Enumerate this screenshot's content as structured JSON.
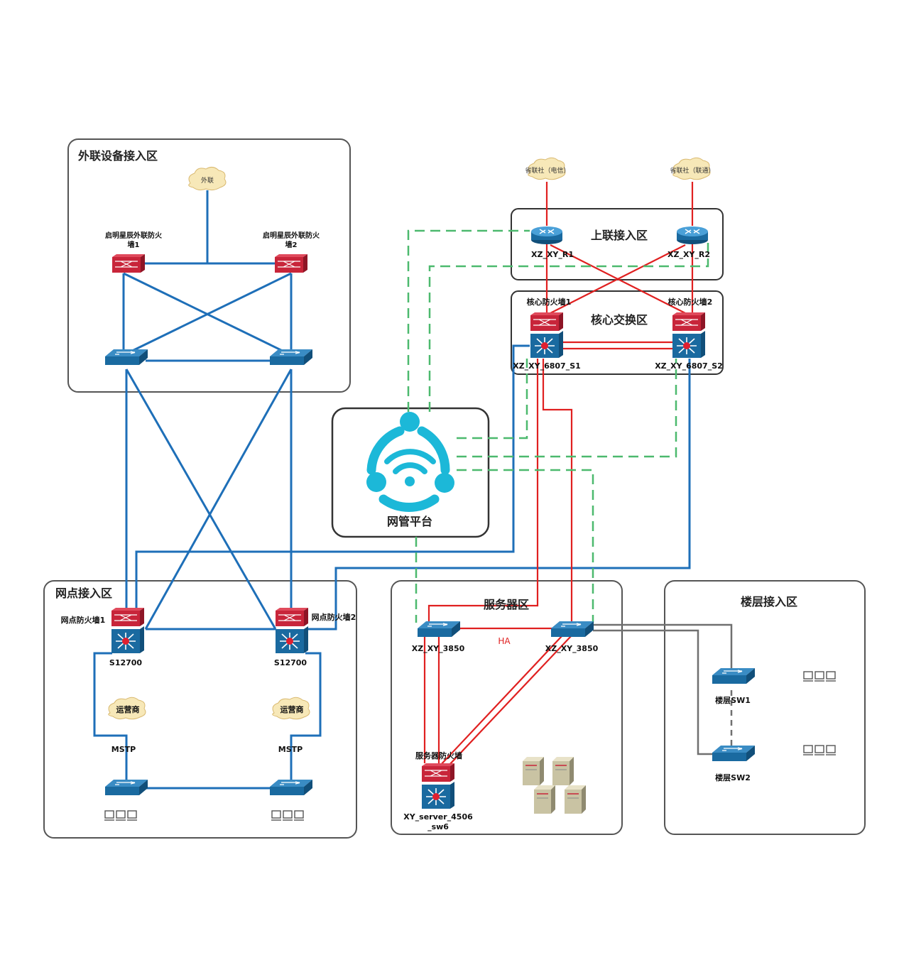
{
  "colors": {
    "blue_link": "#1e6fb8",
    "red_link": "#e02020",
    "mgmt_dash": "#4cb96e",
    "gray_link": "#707070",
    "device_blue": "#1a6aa0",
    "firewall_red": "#c8253a",
    "mgmt_cyan": "#1cb8d8"
  },
  "zones": {
    "external": "外联设备接入区",
    "uplink": "上联接入区",
    "core": "核心交换区",
    "mgmt": "网管平台",
    "branch": "网点接入区",
    "server": "服务器区",
    "floor": "楼层接入区"
  },
  "clouds": {
    "external": "外联",
    "telecom": "省联社（电信）",
    "unicom": "省联社（联通）",
    "isp1": "运营商",
    "isp2": "运营商"
  },
  "devices": {
    "fw_ext1_l1": "启明星辰外联防火",
    "fw_ext1_l2": "墙1",
    "fw_ext2_l1": "启明星辰外联防火",
    "fw_ext2_l2": "墙2",
    "r1": "XZ_XY_R1",
    "r2": "XZ_XY_R2",
    "core_fw1": "核心防火墙1",
    "core_fw2": "核心防火墙2",
    "core_s1": "XZ_XY_6807_S1",
    "core_s2": "XZ_XY_6807_S2",
    "branch_fw1": "网点防火墙1",
    "branch_fw2": "网点防火墙2",
    "s12700_1": "S12700",
    "s12700_2": "S12700",
    "mstp1": "MSTP",
    "mstp2": "MSTP",
    "sw3850_1": "XZ_XY_3850",
    "sw3850_2": "XZ_XY_3850",
    "ha": "HA",
    "server_fw": "服务器防火墙",
    "server_sw_l1": "XY_server_4506",
    "server_sw_l2": "_sw6",
    "floor_sw1": "楼层SW1",
    "floor_sw2": "楼层SW2"
  }
}
